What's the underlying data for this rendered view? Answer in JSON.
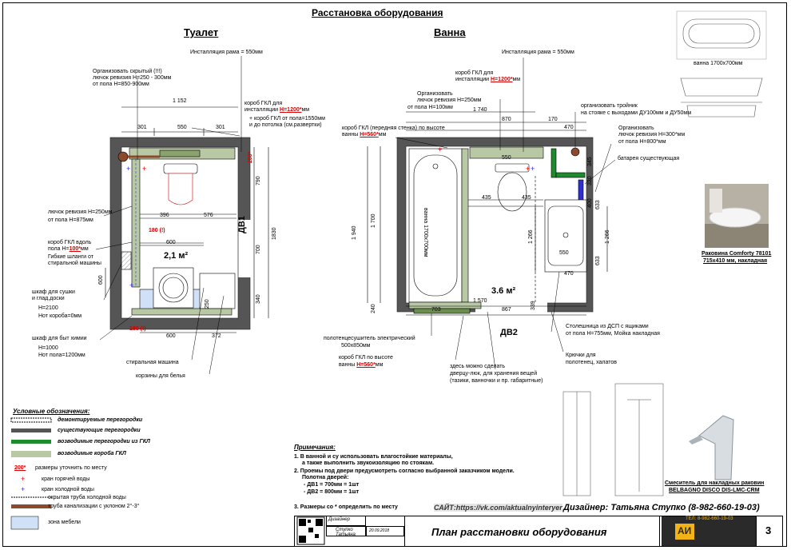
{
  "title": "Расстановка оборудования",
  "toilet": {
    "title": "Туалет",
    "labels": {
      "frame": "Инсталляция рама = 550мм",
      "hatch_a": "Организовать скрытый (!!!)",
      "hatch_b": "лючок ревизия Н=250 - 300мм",
      "hatch_c": "от пола Н=850-900мм",
      "box_a": "короб ГКЛ для",
      "box_b_pre": "инсталляции ",
      "box_b_red": "Н=1200*",
      "box_b_post": "мм",
      "box_c": "+ короб ГКЛ от пола=1550мм",
      "box_d": "и до потолка (см.развертки)",
      "hatch2_a": "лючок ревизия Н=250мм",
      "hatch2_b": "от пола Н=875мм",
      "gkl_a": "короб ГКЛ вдоль",
      "gkl_b_pre": "пола Н=",
      "gkl_b_red": "100*",
      "gkl_b_post": "мм",
      "hoses_a": "Гибкие шланги от",
      "hoses_b": "стиральной машины",
      "cab1_a": "шкаф для сушки",
      "cab1_b": "и глад.доски",
      "cab1_c": "Н=2100",
      "cab1_d": "Нот короба=0мм",
      "cab2_a": "шкаф для быт химии",
      "cab2_b": "Н=1000",
      "cab2_c": "Нот пола=1200мм",
      "washer": "стиральная машина",
      "baskets": "корзины для белья",
      "area": "2,1 м²",
      "door": "ДВ1"
    },
    "dims": {
      "d1152": "1 152",
      "d301a": "301",
      "d550": "550",
      "d301b": "301",
      "d396": "396",
      "d576": "576",
      "d600a": "600",
      "d180a": "180 (!)",
      "d180b": "180 (!)",
      "d600b": "600",
      "d372": "372",
      "d600c": "600",
      "d790": "790",
      "d700": "700",
      "d340": "340",
      "d1830": "1830",
      "d250": "250",
      "d200": "200*"
    }
  },
  "bath": {
    "title": "Ванна",
    "labels": {
      "frame": "Инсталляция рама = 550мм",
      "box_a": "короб ГКЛ для",
      "box_b_pre": "инсталляции ",
      "box_b_red": "Н=1200*",
      "box_b_post": "мм",
      "hatch_a": "Организовать",
      "hatch_b": "лючок ревизия Н=250мм",
      "hatch_c": "от пола Н=100мм",
      "front_a": "короб ГКЛ (передняя стенка) по высоте",
      "front_b_pre": "ванны ",
      "front_b_red": "Н=560*",
      "front_b_post": "мм",
      "tee_a": "организовать тройник",
      "tee_b": "на стояке с выходами ДУ100мм и ДУ50мм",
      "hatch2_a": "Организовать",
      "hatch2_b": "лючок ревизия Н=300*мм",
      "hatch2_c": "от пола Н=800*мм",
      "radiator": "батарея существующая",
      "tub": "ванна 1700х700мм",
      "area": "3.6 м²",
      "door": "ДВ2",
      "towel_a": "полотенцесушитель электрический",
      "towel_b": "500х850мм",
      "bottom_a": "короб ГКЛ по высоте",
      "bottom_b_pre": "ванны ",
      "bottom_b_red": "Н=560*",
      "bottom_b_post": "мм",
      "door_hatch_a": "здесь можно сделать",
      "door_hatch_b": "дверцу-люк, для хранения вещей",
      "door_hatch_c": "(тазики, ванночки и пр. габаритные)",
      "counter_a": "Столешница из ДСП с ящиками",
      "counter_b": "от пола Н=755мм, Мойка накладная",
      "hooks_a": "Крючки для",
      "hooks_b": "полотенец, халатов"
    },
    "dims": {
      "d1740": "1 740",
      "d870": "870",
      "d170": "170",
      "d470a": "470",
      "d550a": "550",
      "d435a": "435",
      "d435b": "435",
      "d550b": "550",
      "d470b": "470",
      "d1570": "1 570",
      "d703": "703",
      "d867": "867",
      "d339": "339",
      "d1940": "1 940",
      "d1700": "1 700",
      "d240": "240",
      "d1266a": "1 266",
      "d1266b": "1 266",
      "d345": "345",
      "d320": "320",
      "d400": "400",
      "d633a": "633",
      "d633b": "633"
    }
  },
  "products": {
    "tub_caption": "ванна 1700х700мм",
    "sink_a": "Раковина Comforty 78101",
    "sink_b": "715х410 мм, накладная",
    "mixer_a": "Смеситель для накладных раковин",
    "mixer_b": "BELBAGNO DISCO DIS-LMC-CRM"
  },
  "legend": {
    "title": "Условные обозначения:",
    "items": [
      "демонтируемые перегородки",
      "существующие перегородки",
      "возводимые перегородки из ГКЛ",
      "возводимые короба ГКЛ"
    ],
    "red_mark": "200*",
    "red_text": "размеры уточнить по месту",
    "hot": "кран горячей воды",
    "cold": "кран холодной воды",
    "hidden": "скрытая труба холодной воды",
    "sewer": "труба канализации с уклоном 2°-3°",
    "furniture": "зона мебели",
    "colors": {
      "existing": "#555555",
      "gkl_wall": "#1f8a2e",
      "gkl_box": "#b9c8a4",
      "hot": "#e00000",
      "cold": "#3030d0",
      "sewer": "#8b4a2b",
      "furniture": "#cfe0f7"
    }
  },
  "notes": {
    "title": "Примечания:",
    "l1": "1. В ванной и су использовать влагостойкие материалы,",
    "l2": "а также выполнить звукоизоляцию по стоякам.",
    "l3": "2. Проемы под двери предусмотреть согласно выбранной заказчиком модели.",
    "l4": "Полотна дверей:",
    "l5": "- ДВ1 = 700мм = 1шт",
    "l6": "- ДВ2 = 800мм = 1шт",
    "l7": "3. Размеры со * определить по месту"
  },
  "footer": {
    "site": "САЙТ:https://vk.com/aktualnyinteryer",
    "designer": "Дизайнер: Татьяна Ступко (8-982-660-19-03)",
    "role": "Дизайнер",
    "name_a": "Ступко",
    "name_b": "Татьяна",
    "date": "20.09.2018",
    "sheet_title": "План расстановки оборудования",
    "sheet_no": "3",
    "logo_phone": "ТЕЛ: 8-982-660-19-03",
    "logo_letters": "АИ"
  }
}
